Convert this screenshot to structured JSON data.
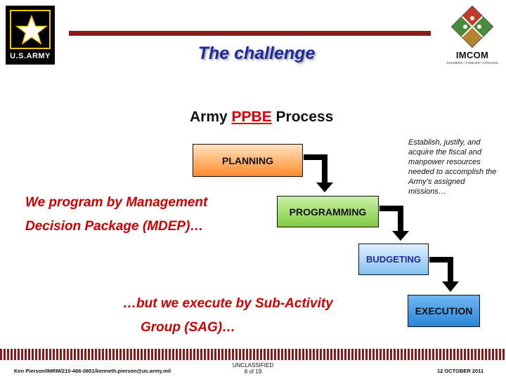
{
  "header": {
    "army_logo_text": "U.S.ARMY",
    "title": "The challenge",
    "imcom_logo_text": "IMCOM",
    "imcom_tagline": "SOLDIERS • FAMILIES • CIVILIANS"
  },
  "subtitle": {
    "prefix": "Army ",
    "emphasis": "PPBE",
    "suffix": " Process"
  },
  "note": "Establish, justify, and acquire the fiscal and manpower resources needed to accomplish the Army’s assigned missions…",
  "process": {
    "planning": "PLANNING",
    "programming": "PROGRAMMING",
    "budgeting": "BUDGETING",
    "execution": "EXECUTION"
  },
  "statements": {
    "mdep_line1": "We program by Management",
    "mdep_line2": "Decision Package (MDEP)…",
    "sag_line1": "…but we execute by Sub-Activity",
    "sag_line2": "Group (SAG)…"
  },
  "footer": {
    "contact": "Ken Pierson/IMRM/210-466-0851/kenneth.pierson@us.army.mil",
    "classification": "UNCLASSIFIED",
    "page": "8 of 19",
    "date": "12 OCTOBER 2011"
  },
  "colors": {
    "title_blue": "#1e2a9e",
    "accent_red": "#cc0000",
    "bar_maroon": "#8b1a1a"
  }
}
